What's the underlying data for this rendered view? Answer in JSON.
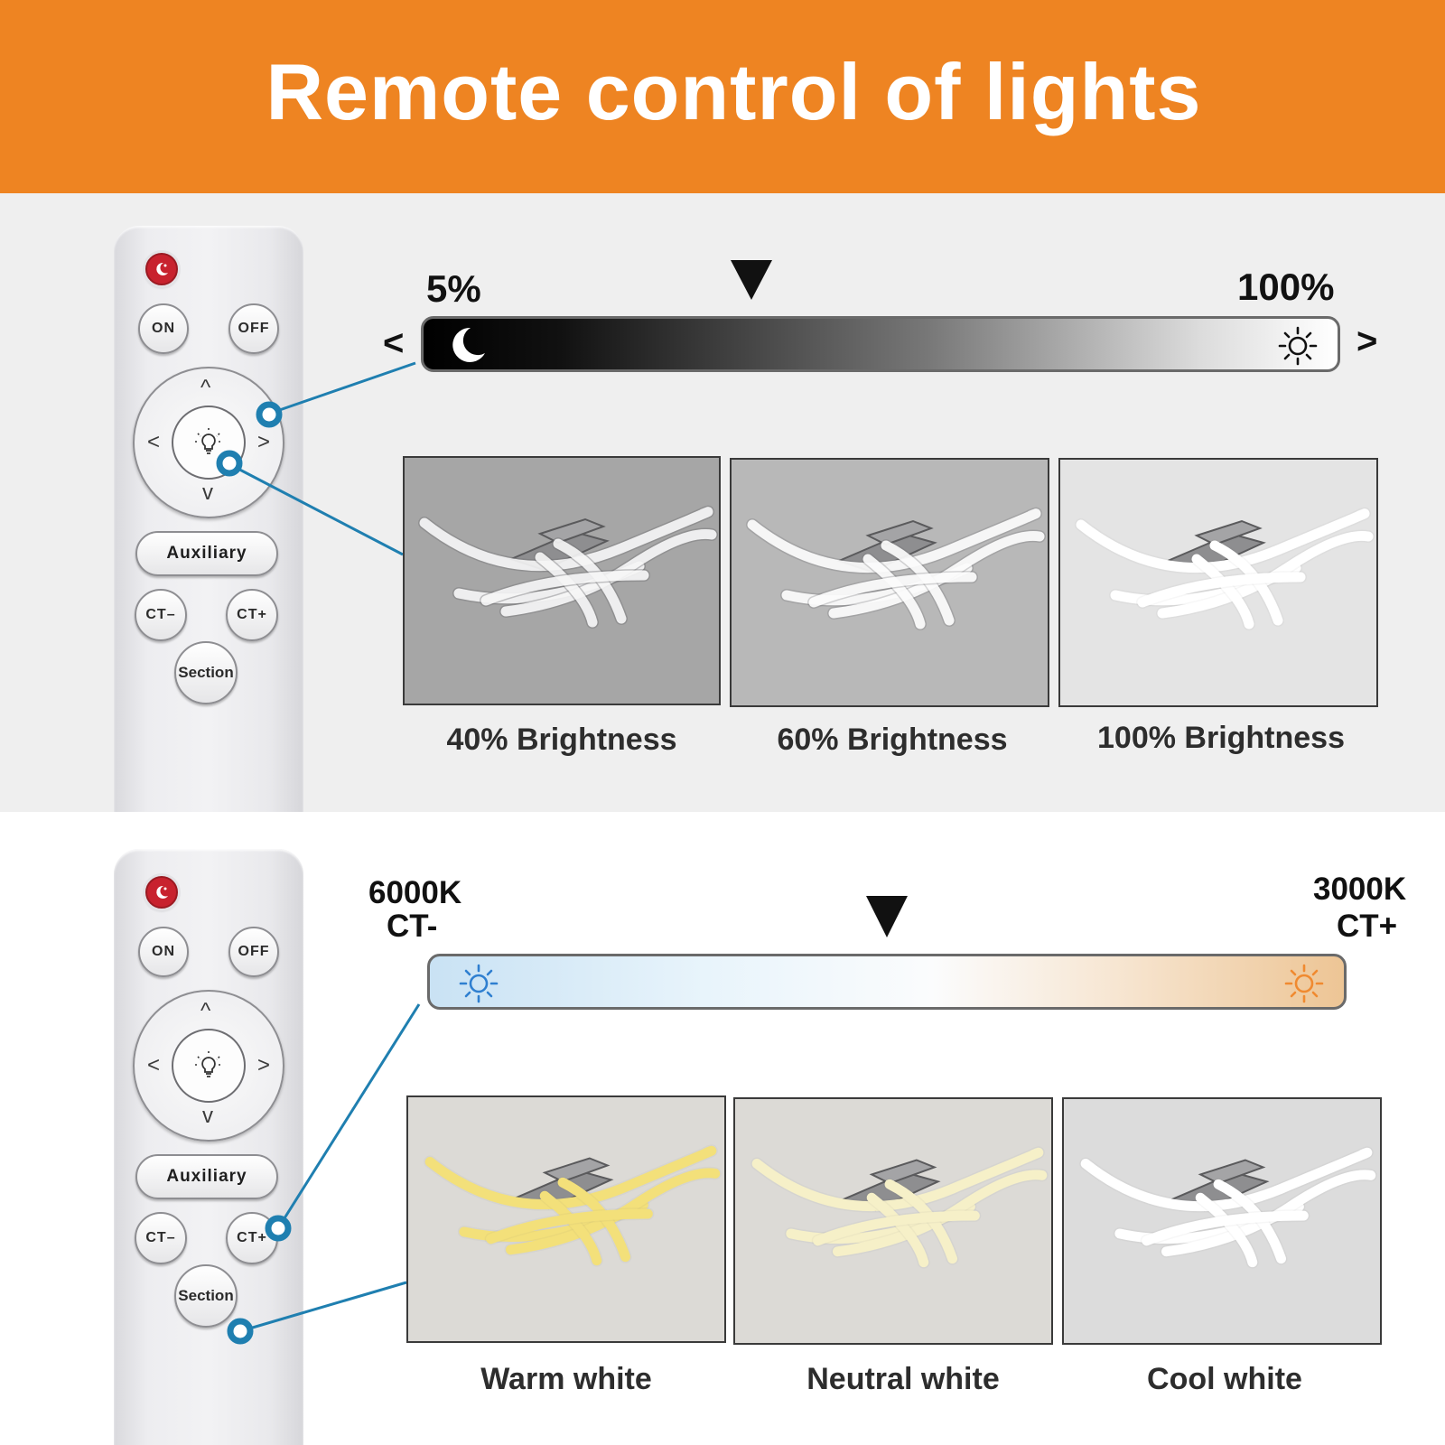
{
  "banner": {
    "title": "Remote control of lights",
    "color": "#ee8422"
  },
  "remote": {
    "on_label": "ON",
    "off_label": "OFF",
    "auxiliary_label": "Auxiliary",
    "ct_minus_label": "CT–",
    "ct_plus_label": "CT+",
    "section_label": "Section",
    "up": "^",
    "left": "<",
    "right": ">",
    "down": "v"
  },
  "brightness": {
    "min_label": "5%",
    "max_label": "100%",
    "decrease": "<",
    "increase": ">",
    "marker_level": 0.36,
    "photos": [
      {
        "caption": "40% Brightness",
        "level": 0.4
      },
      {
        "caption": "60% Brightness",
        "level": 0.6
      },
      {
        "caption": "100% Brightness",
        "level": 1.0
      }
    ]
  },
  "color_temp": {
    "left_value": "6000K",
    "left_label": "CT-",
    "right_value": "3000K",
    "right_label": "CT+",
    "marker_level": 0.5,
    "cool_color": "#2f7fd0",
    "warm_color": "#f08a30",
    "photos": [
      {
        "caption": "Warm white",
        "tone": "#f3e07a"
      },
      {
        "caption": "Neutral white",
        "tone": "#f6f0c8"
      },
      {
        "caption": "Cool white",
        "tone": "#ffffff"
      }
    ]
  },
  "accent": "#1f7fb0"
}
